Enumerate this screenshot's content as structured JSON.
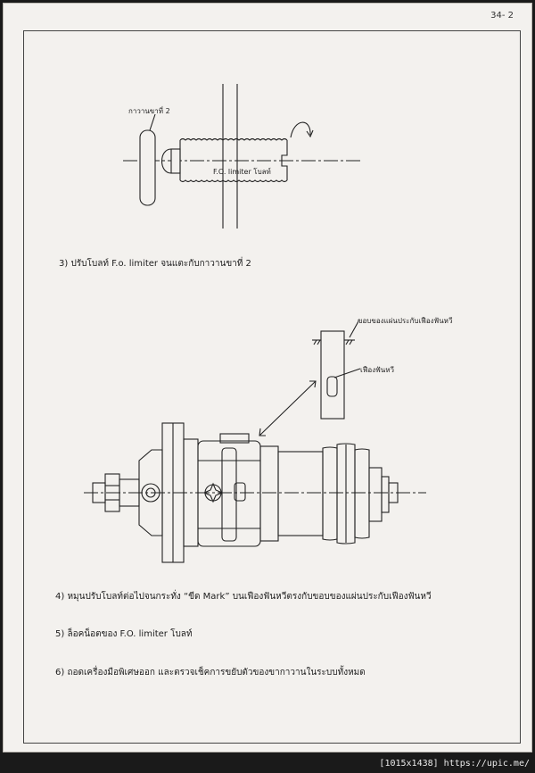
{
  "page_number": "34- 2",
  "diagram1": {
    "lever_label": "กาวานขาที่ 2",
    "bolt_label": "F.O. limiter โบลท์"
  },
  "steps": {
    "step3": "3)  ปรับโบลท์ F.o. limiter จนแตะกับกาวานขาที่ 2",
    "step4": "4)  หมุนปรับโบลท์ต่อไปจนกระทั่ง “ขีด Mark” บนเฟืองฟันหวีตรงกับขอบของแผ่นประกับเฟืองฟันหวี",
    "step5": "5)  ล็อคน็อตของ F.O. limiter โบลท์",
    "step6": "6)  ถอดเครื่องมือพิเศษออก และตรวจเช็คการขยับตัวของขากาวานในระบบทั้งหมด"
  },
  "diagram2": {
    "plate_edge_label": "ขอบของแผ่นประกับเฟืองฟันหวี",
    "rack_label": "เฟืองฟันหวี"
  },
  "footer": "[1015x1438] https://upic.me/"
}
